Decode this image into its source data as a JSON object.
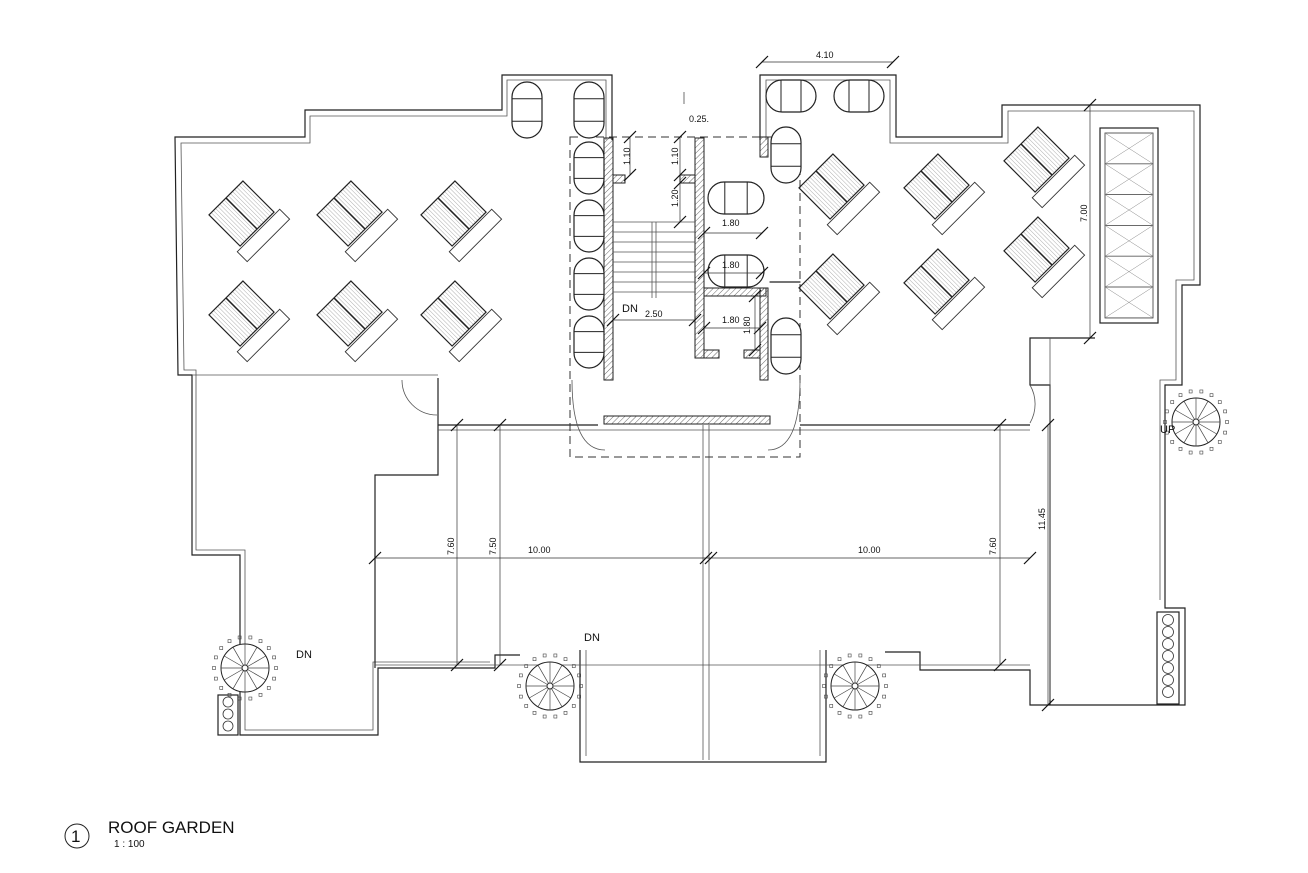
{
  "drawing": {
    "title": "ROOF GARDEN",
    "scale": "1 : 100",
    "view_number": "1"
  },
  "dimensions": {
    "top_width": "4.10",
    "wall_thickness": "0.25.",
    "stair_top_left": "1.10",
    "stair_top_right": "1.10",
    "landing": "1.20",
    "corridor_upper": "1.80",
    "corridor_mid": "1.80",
    "stair_width": "2.50",
    "shaft_width": "1.80",
    "shaft_depth": "1.80",
    "right_terrace_depth": "7.00",
    "left_bay_a": "7.60",
    "left_bay_b": "7.50",
    "span_left": "10.00",
    "span_right": "10.00",
    "right_bay": "7.60",
    "right_wing": "11.45"
  },
  "labels": {
    "dn_stair": "DN",
    "dn_left": "DN",
    "dn_center": "DN",
    "up_right": "UP"
  }
}
